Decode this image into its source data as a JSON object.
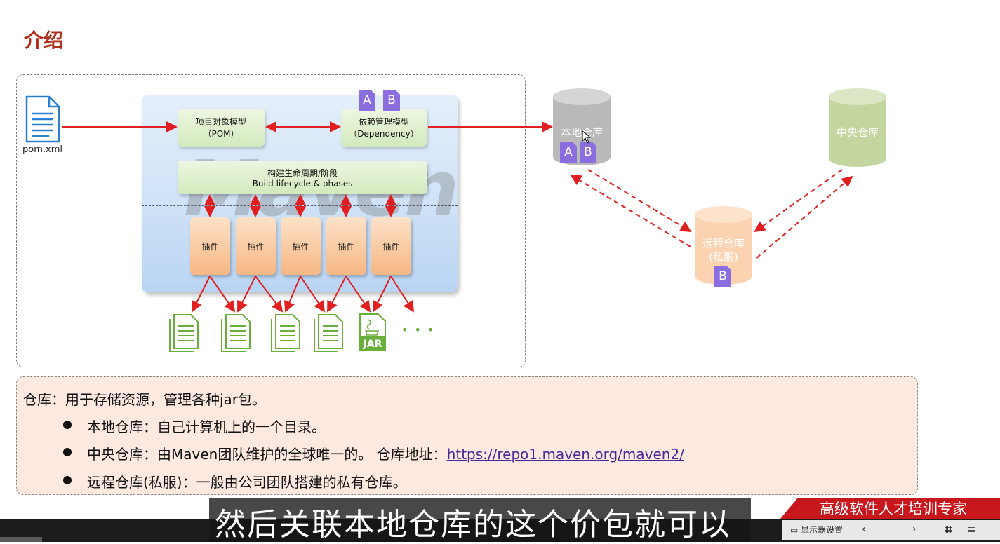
{
  "slide": {
    "title": "介绍"
  },
  "diagram": {
    "pom_label": "pom.xml",
    "pom_model_line1": "项目对象模型",
    "pom_model_line2": "（POM）",
    "dependency_line1": "依赖管理模型",
    "dependency_line2": "（Dependency）",
    "lifecycle_line1": "构建生命周期/阶段",
    "lifecycle_line2": "Build lifecycle & phases",
    "plugins": [
      "插件",
      "插件",
      "插件",
      "插件",
      "插件"
    ],
    "watermark": "Maven",
    "jar_label": "JAR",
    "more_dots": "• • •",
    "badge_a": "A",
    "badge_b": "B"
  },
  "repositories": {
    "local": "本地仓库",
    "central": "中央仓库",
    "remote_line1": "远程仓库",
    "remote_line2": "(私服)"
  },
  "info": {
    "intro": "仓库：用于存储资源，管理各种jar包。",
    "local": "本地仓库：自己计算机上的一个目录。",
    "central_prefix": "中央仓库：由Maven团队维护的全球唯一的。 仓库地址：",
    "central_url": "https://repo1.maven.org/maven2/",
    "remote": "远程仓库(私服)：一般由公司团队搭建的私有仓库。"
  },
  "video": {
    "subtitle": "然后关联本地仓库的这个价包就可以",
    "brand": "高级软件人才培训专家",
    "display_settings": "显示器设置"
  },
  "colors": {
    "title": "#b0301c",
    "arrow": "#e02020",
    "local_repo": "#b9b9b9",
    "central_repo": "#c4d6a0",
    "remote_repo": "#fcd3b1",
    "badge": "#8a6ee0",
    "info_bg": "#fde9df"
  }
}
